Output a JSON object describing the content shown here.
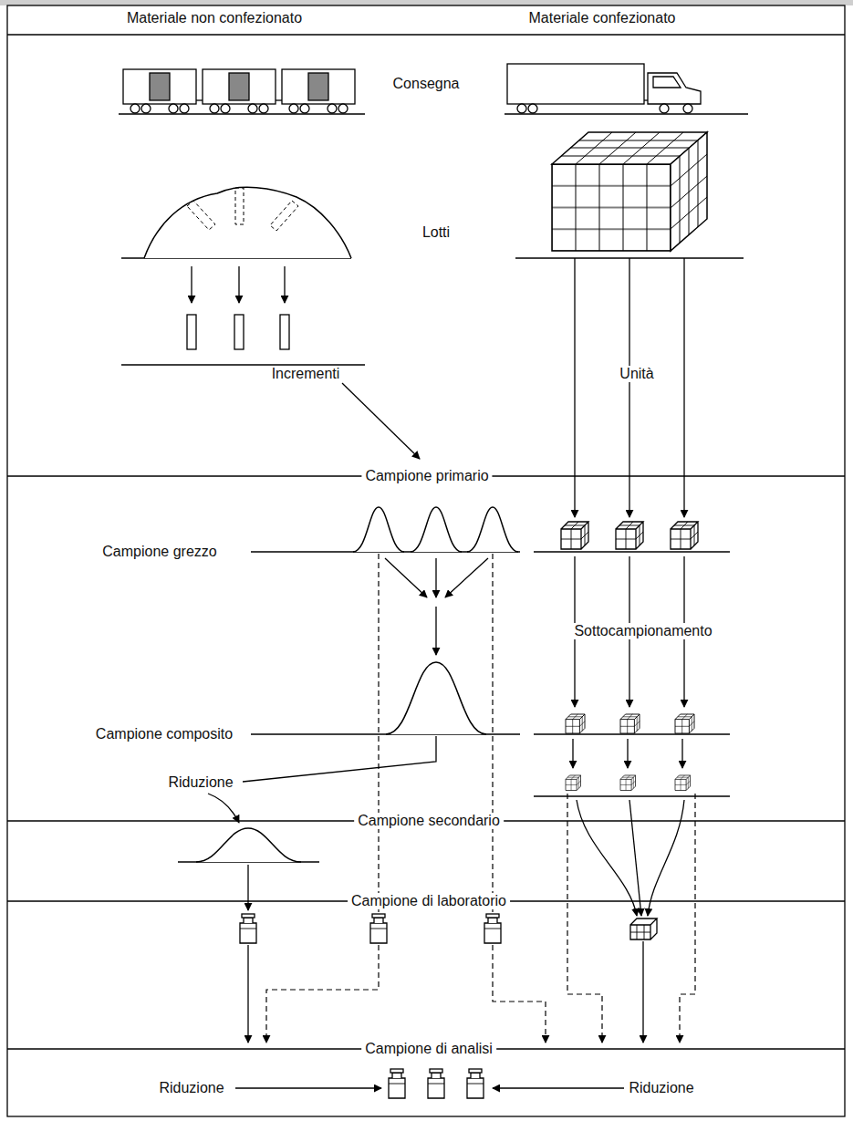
{
  "diagram": {
    "labels": [
      "Materiale non confezionato",
      "Materiale confezionato",
      "Consegna",
      "Lotti",
      "Incrementi",
      "Unità",
      "Campione primario",
      "Campione grezzo",
      "Sottocampionamento",
      "Campione composito",
      "Riduzione",
      "Campione secondario",
      "Campione di laboratorio",
      "Campione di analisi",
      "Riduzione",
      "Riduzione"
    ]
  }
}
